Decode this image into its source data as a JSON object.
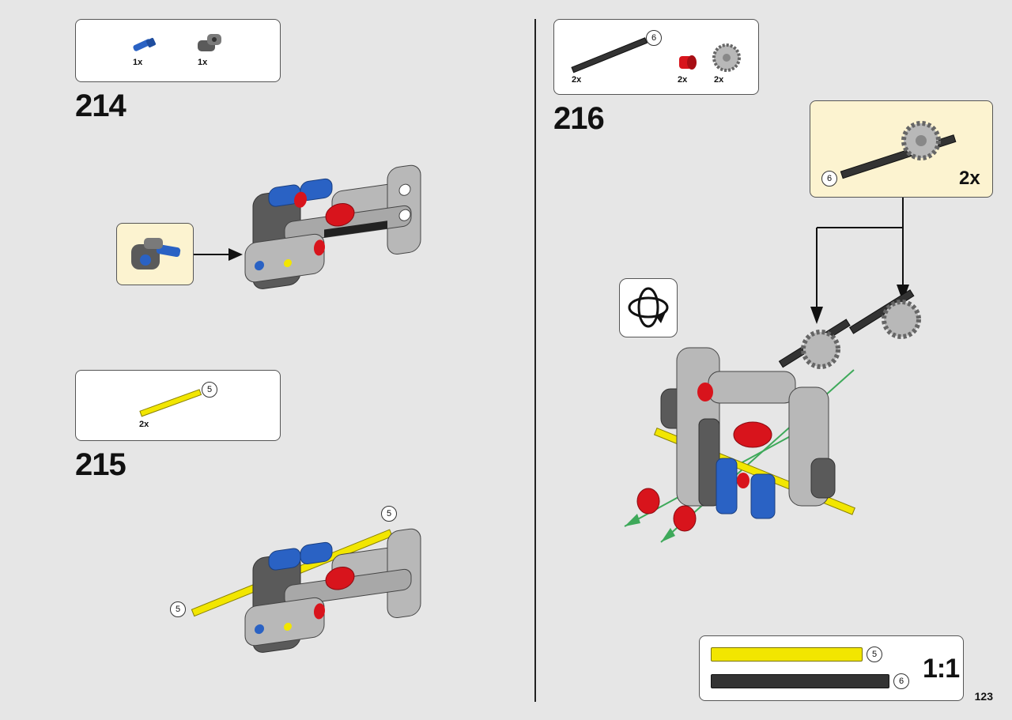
{
  "steps": [
    {
      "number": "214",
      "parts": [
        {
          "qty": "1x",
          "part": "blue-axle-pin"
        },
        {
          "qty": "1x",
          "part": "dark-gray-beam-connector"
        }
      ]
    },
    {
      "number": "215",
      "parts": [
        {
          "qty": "2x",
          "part": "yellow-axle",
          "length": "5"
        }
      ],
      "axle_callouts": [
        "5",
        "5"
      ]
    },
    {
      "number": "216",
      "parts": [
        {
          "qty": "2x",
          "part": "black-axle",
          "length": "6"
        },
        {
          "qty": "2x",
          "part": "red-bush"
        },
        {
          "qty": "2x",
          "part": "light-gray-gear"
        }
      ],
      "subassembly": {
        "multiplier": "2x",
        "axle_length": "6"
      }
    }
  ],
  "scale_ruler": {
    "label": "1:1",
    "items": [
      {
        "length": "5",
        "color": "#f2e600"
      },
      {
        "length": "6",
        "color": "#333333"
      }
    ]
  },
  "page_number": "123",
  "colors": {
    "background": "#e6e6e6",
    "callout": "#fcf3d0",
    "blue": "#2a62c4",
    "red": "#d8141c",
    "yellow": "#f2e600",
    "light_gray": "#b8b8b8",
    "dark_gray": "#5a5a5a",
    "green_guide": "#3ea95a"
  }
}
